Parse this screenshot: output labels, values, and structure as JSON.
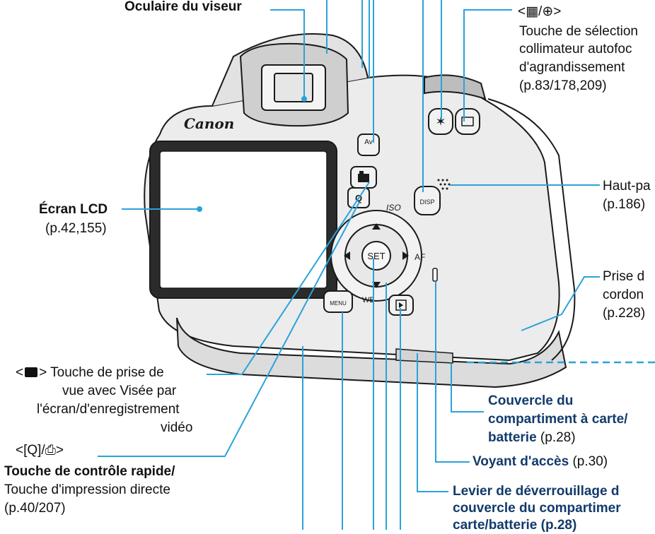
{
  "labels": {
    "oculaire": "Oculaire du viseur",
    "af_icons": "<▦/⊕>",
    "af_line1": "Touche de sélection",
    "af_line2": "collimateur autofoc",
    "af_line3": "d'agrandissement",
    "af_pages": "(p.83/178,209)",
    "lcd_title": "Écran LCD",
    "lcd_pages": "(p.42,155)",
    "speaker_title": "Haut-pa",
    "speaker_pages": "(p.186)",
    "prise_line1": "Prise d",
    "prise_line2": "cordon",
    "prise_pages": "(p.228)",
    "liveview_icon_open": "<",
    "liveview_icon_close": "> Touche de prise de",
    "liveview_line2": "vue avec Visée par",
    "liveview_line3": "l'écran/d'enregistrement",
    "liveview_line4": "vidéo",
    "couvercle_line1": "Couvercle du",
    "couvercle_line2": "compartiment à carte/",
    "couvercle_line3_bold": "batterie",
    "couvercle_line3_page": " (p.28)",
    "voyant_bold": "Voyant d'accès",
    "voyant_page": " (p.30)",
    "quick_icons": "<[Q]/⎙>",
    "quick_line1": "Touche de contrôle rapide/",
    "quick_line2": "Touche d'impression directe",
    "quick_pages": "(p.40/207)",
    "levier_line1": "Levier de déverrouillage d",
    "levier_line2": "couvercle du compartimer",
    "levier_line3": "carte/batterie (p.28)"
  },
  "camera": {
    "brand": "Canon",
    "btn_set": "SET",
    "btn_disp": "DISP",
    "btn_menu": "MENU",
    "dial_iso": "ISO",
    "dial_af": "AF",
    "dial_wb": "WB",
    "btn_av": "Av",
    "btn_q": "Q",
    "btn_star": "✶"
  },
  "colors": {
    "leader": "#2aa3d9",
    "body": "#e9e9e9",
    "outline": "#1a1a1a",
    "text_blue": "#123a6b"
  }
}
